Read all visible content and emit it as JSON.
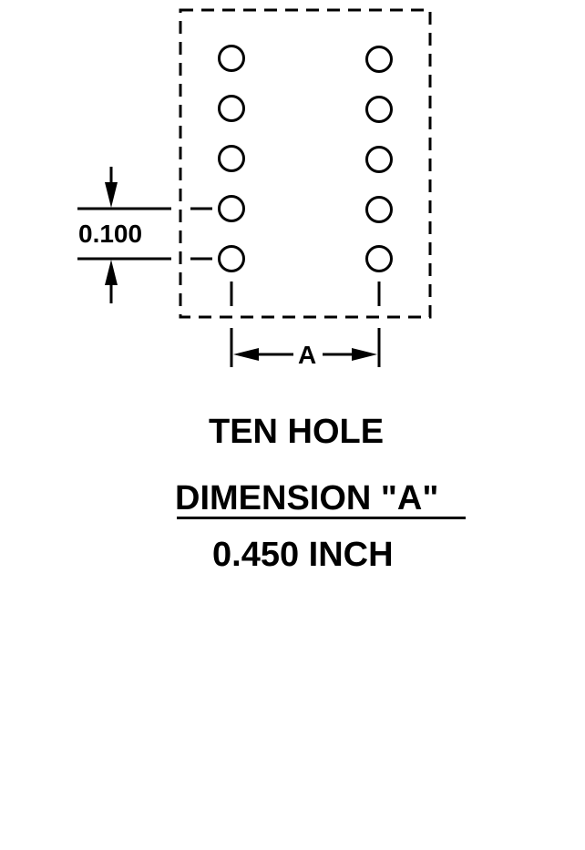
{
  "diagram": {
    "type": "hole-pattern",
    "hole_count": 10,
    "columns": 2,
    "rows": 5,
    "pitch_label": "0.100",
    "span_label": "A",
    "colors": {
      "ink": "#000000",
      "background": "#ffffff"
    }
  },
  "labels": {
    "pitch": "0.100",
    "span": "A",
    "title": "TEN HOLE",
    "dimension_header": "DIMENSION \"A\"",
    "dimension_value": "0.450 INCH"
  }
}
